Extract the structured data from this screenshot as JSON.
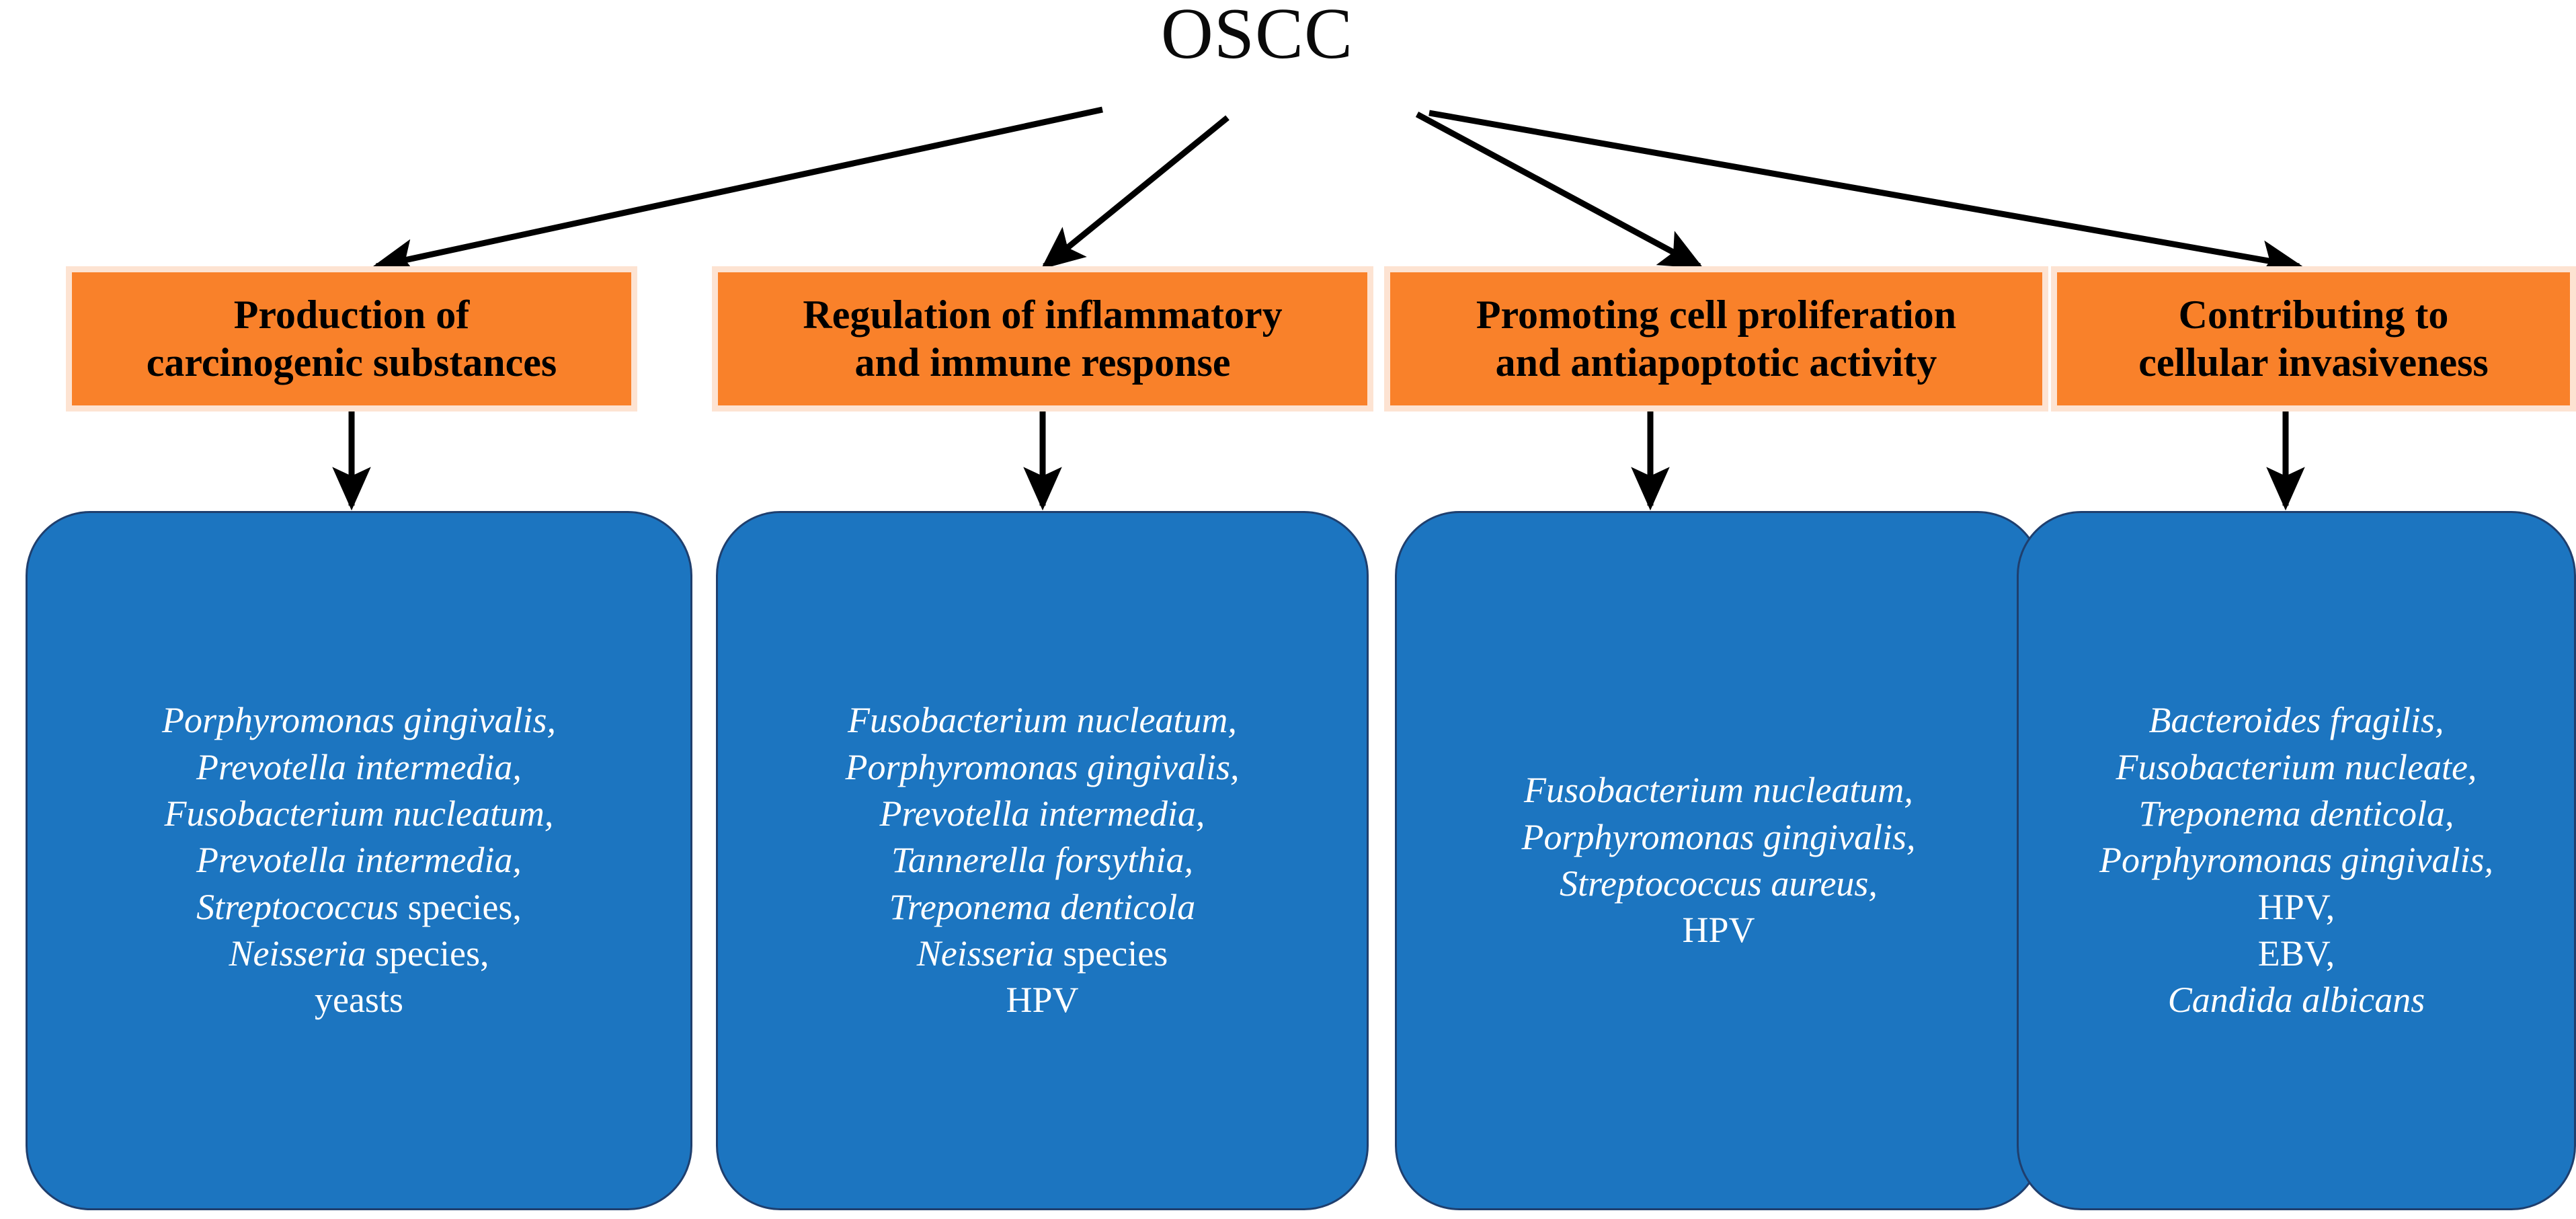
{
  "figure": {
    "title": "OSCC",
    "root_label": "OSCC"
  },
  "colors": {
    "orange_box_fill": "#F9812A",
    "orange_box_glow": "#FDE3D2",
    "blue_box_fill": "#1C75C0",
    "blue_box_border": "#1F3F6E",
    "arrow": "#000000",
    "orange_text": "#000000",
    "blue_text": "#FFFFFF",
    "background": "#FFFFFF"
  },
  "categories": [
    {
      "id": "carcinogenic-substances",
      "header": "Production of\ncarcinogenic substances",
      "header_lines": [
        "Production of",
        "carcinogenic substances"
      ],
      "organisms": [
        "Porphyromonas gingivalis,",
        "Prevotella intermedia,",
        "Fusobacterium nucleatum,",
        "Prevotella intermedia,",
        "Streptococcus species,",
        "Neisseria species,",
        "yeasts"
      ]
    },
    {
      "id": "inflammatory-immune-response",
      "header": "Regulation of inflammatory\nand immune response",
      "header_lines": [
        "Regulation of inflammatory",
        "and immune response"
      ],
      "organisms": [
        "Fusobacterium nucleatum,",
        "Porphyromonas gingivalis,",
        "Prevotella intermedia,",
        "Tannerella forsythia,",
        "Treponema denticola",
        "Neisseria species",
        "HPV"
      ]
    },
    {
      "id": "cell-proliferation-antiapoptotic",
      "header": "Promoting cell proliferation\nand antiapoptotic activity",
      "header_lines": [
        "Promoting cell proliferation",
        "and antiapoptotic activity"
      ],
      "organisms": [
        "Fusobacterium nucleatum,",
        "Porphyromonas gingivalis,",
        "Streptococcus aureus,",
        "HPV"
      ]
    },
    {
      "id": "cellular-invasiveness",
      "header": "Contributing to\ncellular invasiveness",
      "header_lines": [
        "Contributing to",
        "cellular invasiveness"
      ],
      "organisms": [
        "Bacteroides fragilis,",
        "Fusobacterium nucleate,",
        "Treponema denticola,",
        "Porphyromonas gingivalis,",
        "HPV,",
        "EBV,",
        "Candida albicans"
      ]
    }
  ]
}
